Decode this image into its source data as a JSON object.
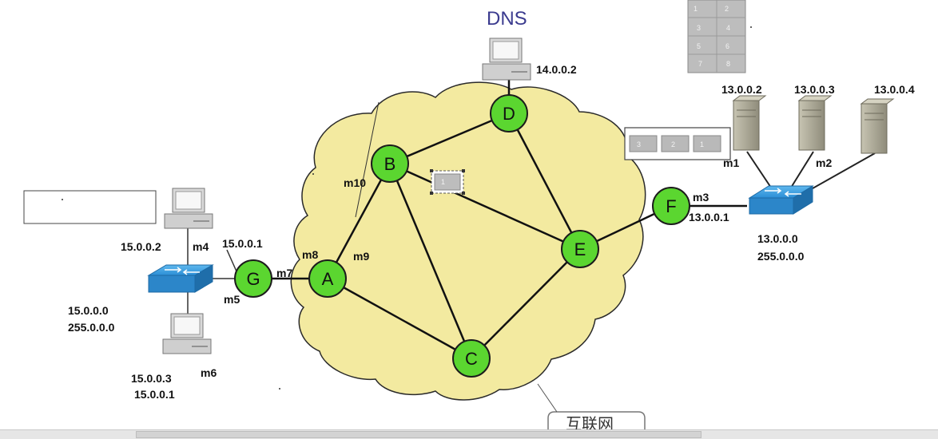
{
  "labels": {
    "dns": "DNS",
    "ip_14_0_0_2": "14.0.0.2",
    "ip_13_0_0_2": "13.0.0.2",
    "ip_13_0_0_3": "13.0.0.3",
    "ip_13_0_0_4": "13.0.0.4",
    "m1": "m1",
    "m2": "m2",
    "m3": "m3",
    "ip_13_0_0_1": "13.0.0.1",
    "net13": "13.0.0.0",
    "mask13": "255.0.0.0",
    "m10": "m10",
    "m8": "m8",
    "m9": "m9",
    "m7": "m7",
    "ip_15_0_0_2": "15.0.0.2",
    "m4": "m4",
    "ip_15_0_0_1_top": "15.0.0.1",
    "m5": "m5",
    "net15": "15.0.0.0",
    "mask15": "255.0.0.0",
    "ip_15_0_0_3": "15.0.0.3",
    "ip_15_0_0_1_bottom": "15.0.0.1",
    "m6": "m6",
    "internet": "互联网"
  },
  "nodes": {
    "A": "A",
    "B": "B",
    "C": "C",
    "D": "D",
    "E": "E",
    "F": "F",
    "G": "G"
  },
  "grid_numbers": [
    "1",
    "2",
    "3",
    "4",
    "5",
    "6",
    "7",
    "8"
  ],
  "small_boxes": {
    "box1": "1",
    "strip": [
      "3",
      "2",
      "1"
    ]
  },
  "colors": {
    "cloud_fill": "#f3eaa0",
    "node_fill": "#5bd630",
    "switch_blue": "#2f94d8"
  }
}
